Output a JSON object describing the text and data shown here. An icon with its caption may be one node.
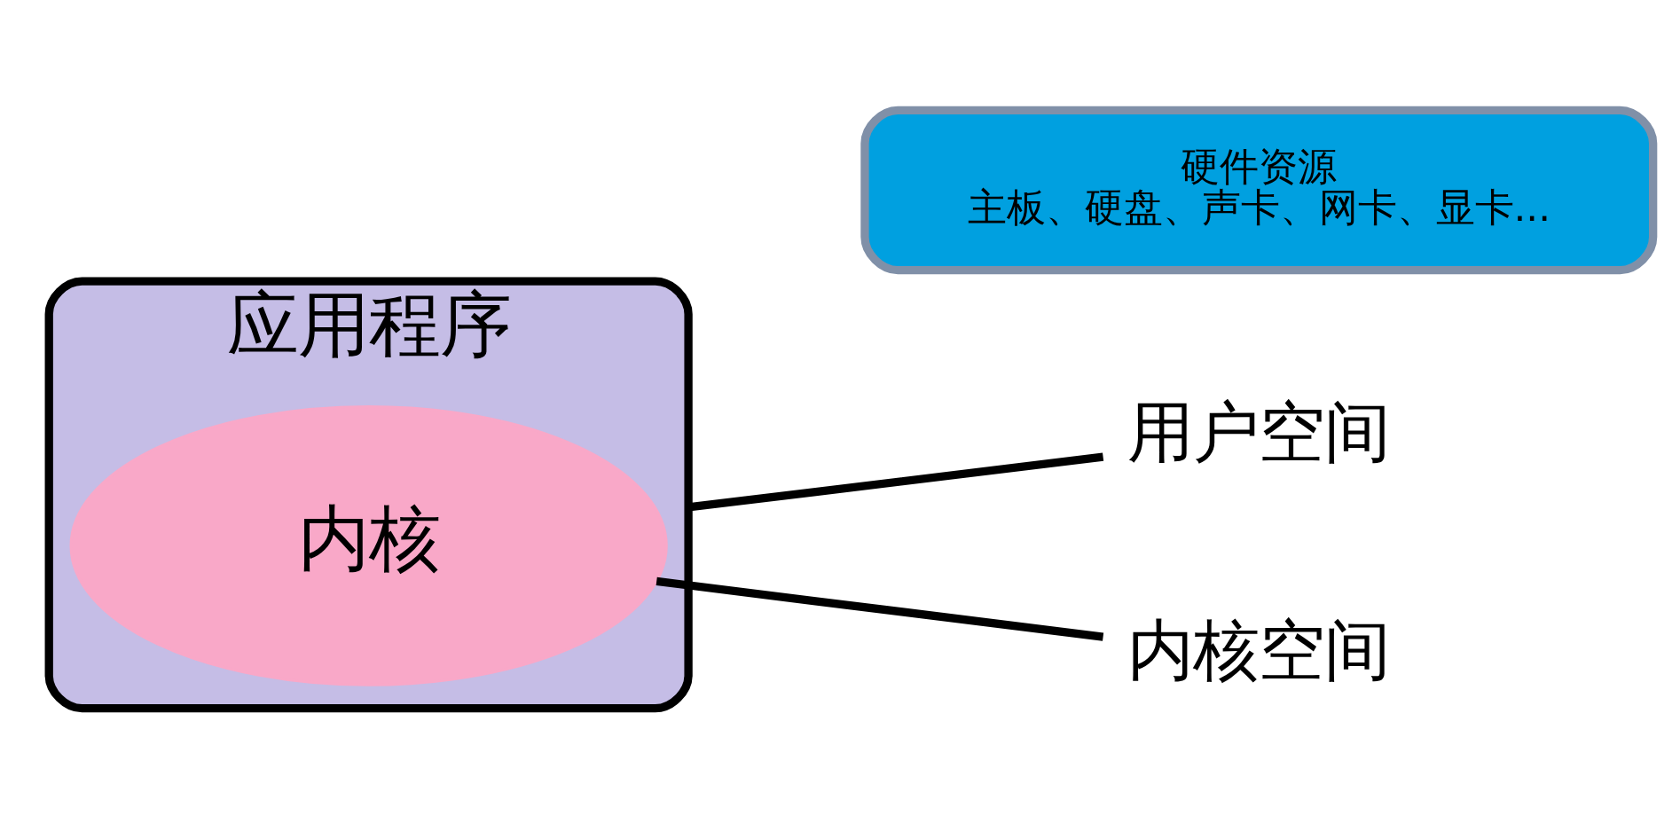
{
  "diagram": {
    "nodes": [
      {
        "text": [
          "应用程序"
        ]
      },
      {
        "text": [
          "内核"
        ],
        "in": 0
      },
      {
        "text": [
          "用户空间"
        ]
      },
      {
        "text": [
          "内核空间"
        ]
      },
      {
        "text": [
          "硬件资源",
          "主板、硬盘、声卡、网卡、显卡..."
        ]
      }
    ],
    "edges": [
      {
        "from": 2,
        "to": 0,
        "arrow": "none"
      },
      {
        "from": 3,
        "to": 1,
        "arrow": "none"
      }
    ]
  }
}
